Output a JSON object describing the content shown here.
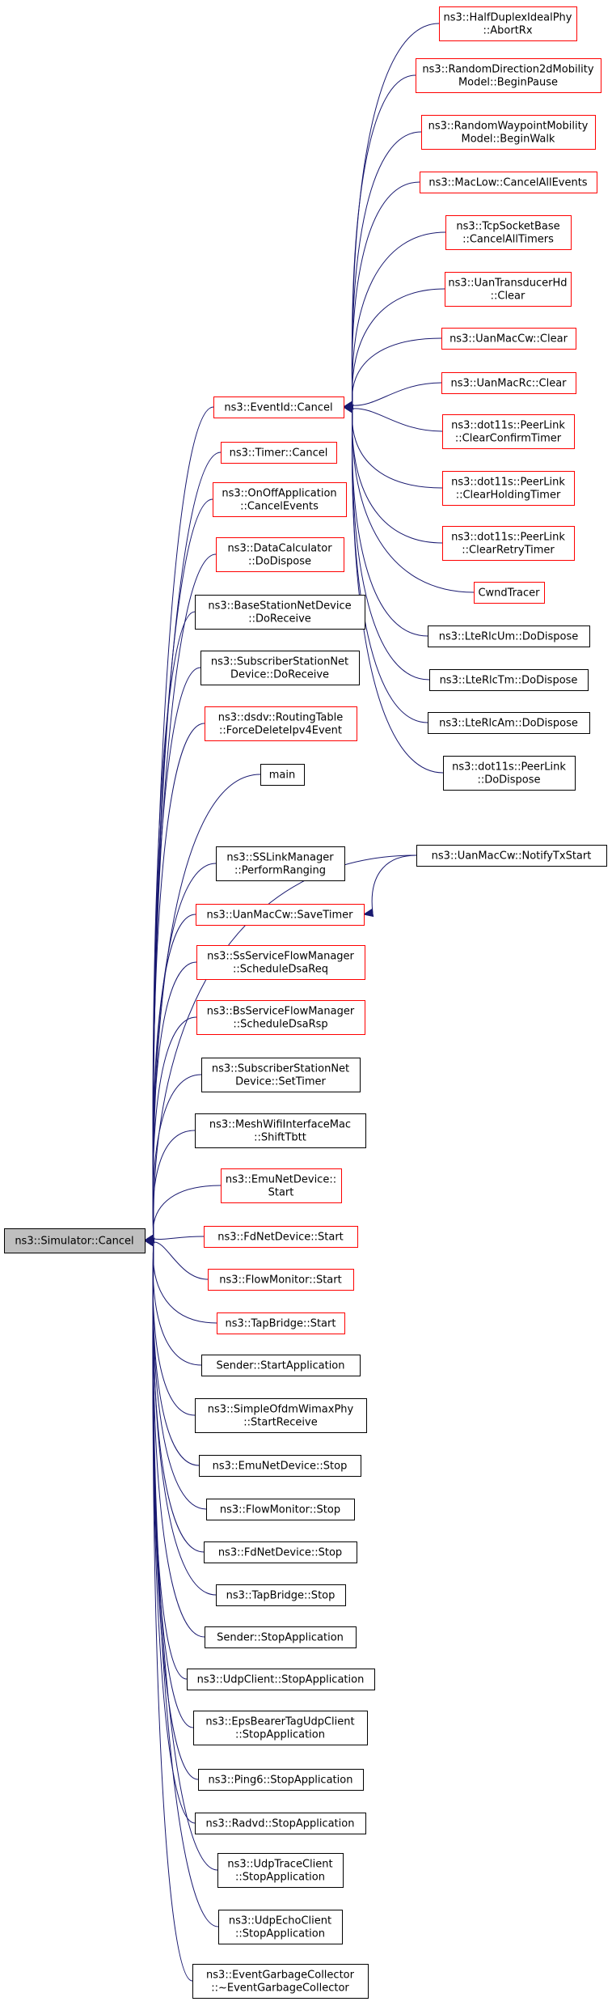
{
  "graph": {
    "root": {
      "id": "simulator-cancel",
      "lines": [
        "ns3::Simulator::Cancel"
      ]
    },
    "hub": {
      "id": "eventid-cancel",
      "lines": [
        "ns3::EventId::Cancel"
      ],
      "border": "red"
    },
    "nodes": [
      {
        "id": "halfduplex-abortrx",
        "lines": [
          "ns3::HalfDuplexIdealPhy",
          "::AbortRx"
        ],
        "border": "red",
        "parent": "eventid-cancel"
      },
      {
        "id": "randomdirection-beginpause",
        "lines": [
          "ns3::RandomDirection2dMobility",
          "Model::BeginPause"
        ],
        "border": "red",
        "parent": "eventid-cancel"
      },
      {
        "id": "randomwaypoint-beginwalk",
        "lines": [
          "ns3::RandomWaypointMobility",
          "Model::BeginWalk"
        ],
        "border": "red",
        "parent": "eventid-cancel"
      },
      {
        "id": "maclow-cancelallevents",
        "lines": [
          "ns3::MacLow::CancelAllEvents"
        ],
        "border": "red",
        "parent": "eventid-cancel"
      },
      {
        "id": "tcpsocketbase-cancelalltimers",
        "lines": [
          "ns3::TcpSocketBase",
          "::CancelAllTimers"
        ],
        "border": "red",
        "parent": "eventid-cancel"
      },
      {
        "id": "uantransducerhd-clear",
        "lines": [
          "ns3::UanTransducerHd",
          "::Clear"
        ],
        "border": "red",
        "parent": "eventid-cancel"
      },
      {
        "id": "uanmaccw-clear",
        "lines": [
          "ns3::UanMacCw::Clear"
        ],
        "border": "red",
        "parent": "eventid-cancel"
      },
      {
        "id": "uanmacrc-clear",
        "lines": [
          "ns3::UanMacRc::Clear"
        ],
        "border": "red",
        "parent": "eventid-cancel"
      },
      {
        "id": "peerlink-clearconfirmtimer",
        "lines": [
          "ns3::dot11s::PeerLink",
          "::ClearConfirmTimer"
        ],
        "border": "red",
        "parent": "eventid-cancel"
      },
      {
        "id": "peerlink-clearholdingtimer",
        "lines": [
          "ns3::dot11s::PeerLink",
          "::ClearHoldingTimer"
        ],
        "border": "red",
        "parent": "eventid-cancel"
      },
      {
        "id": "peerlink-clearretrytimer",
        "lines": [
          "ns3::dot11s::PeerLink",
          "::ClearRetryTimer"
        ],
        "border": "red",
        "parent": "eventid-cancel"
      },
      {
        "id": "cwndtracer",
        "lines": [
          "CwndTracer"
        ],
        "border": "red",
        "parent": "eventid-cancel"
      },
      {
        "id": "lterlcum-dodispose",
        "lines": [
          "ns3::LteRlcUm::DoDispose"
        ],
        "border": "black",
        "parent": "eventid-cancel"
      },
      {
        "id": "lterlctm-dodispose",
        "lines": [
          "ns3::LteRlcTm::DoDispose"
        ],
        "border": "black",
        "parent": "eventid-cancel"
      },
      {
        "id": "lterlcam-dodispose",
        "lines": [
          "ns3::LteRlcAm::DoDispose"
        ],
        "border": "black",
        "parent": "eventid-cancel"
      },
      {
        "id": "peerlink-dodispose",
        "lines": [
          "ns3::dot11s::PeerLink",
          "::DoDispose"
        ],
        "border": "black",
        "parent": "eventid-cancel"
      },
      {
        "id": "timer-cancel",
        "lines": [
          "ns3::Timer::Cancel"
        ],
        "border": "red",
        "parent": "simulator-cancel"
      },
      {
        "id": "onoffapplication-cancelevents",
        "lines": [
          "ns3::OnOffApplication",
          "::CancelEvents"
        ],
        "border": "red",
        "parent": "simulator-cancel"
      },
      {
        "id": "datacalculator-dodispose",
        "lines": [
          "ns3::DataCalculator",
          "::DoDispose"
        ],
        "border": "red",
        "parent": "simulator-cancel"
      },
      {
        "id": "basestationnetdevice-doreceive",
        "lines": [
          "ns3::BaseStationNetDevice",
          "::DoReceive"
        ],
        "border": "black",
        "parent": "simulator-cancel"
      },
      {
        "id": "subscriberstationnetdevice-doreceive",
        "lines": [
          "ns3::SubscriberStationNet",
          "Device::DoReceive"
        ],
        "border": "black",
        "parent": "simulator-cancel"
      },
      {
        "id": "dsdv-forcedeleteipv4event",
        "lines": [
          "ns3::dsdv::RoutingTable",
          "::ForceDeleteIpv4Event"
        ],
        "border": "red",
        "parent": "simulator-cancel"
      },
      {
        "id": "main",
        "lines": [
          "main"
        ],
        "border": "black",
        "parent": "simulator-cancel"
      },
      {
        "id": "uanmaccw-notifytxstart",
        "lines": [
          "ns3::UanMacCw::NotifyTxStart"
        ],
        "border": "black",
        "parent": "simulator-cancel"
      },
      {
        "id": "sslinkmanager-performranging",
        "lines": [
          "ns3::SSLinkManager",
          "::PerformRanging"
        ],
        "border": "black",
        "parent": "simulator-cancel"
      },
      {
        "id": "uanmaccw-savetimer",
        "lines": [
          "ns3::UanMacCw::SaveTimer"
        ],
        "border": "red",
        "parent": "simulator-cancel"
      },
      {
        "id": "ssserviceflowmanager-scheduledsareq",
        "lines": [
          "ns3::SsServiceFlowManager",
          "::ScheduleDsaReq"
        ],
        "border": "red",
        "parent": "simulator-cancel"
      },
      {
        "id": "bsserviceflowmanager-scheduledsarsp",
        "lines": [
          "ns3::BsServiceFlowManager",
          "::ScheduleDsaRsp"
        ],
        "border": "red",
        "parent": "simulator-cancel"
      },
      {
        "id": "subscriberstationnetdevice-settimer",
        "lines": [
          "ns3::SubscriberStationNet",
          "Device::SetTimer"
        ],
        "border": "black",
        "parent": "simulator-cancel"
      },
      {
        "id": "meshwifiinterfacemac-shifttbtt",
        "lines": [
          "ns3::MeshWifiInterfaceMac",
          "::ShiftTbtt"
        ],
        "border": "black",
        "parent": "simulator-cancel"
      },
      {
        "id": "emunetdevice-start",
        "lines": [
          "ns3::EmuNetDevice::",
          "Start"
        ],
        "border": "red",
        "parent": "simulator-cancel"
      },
      {
        "id": "fdnetdevice-start",
        "lines": [
          "ns3::FdNetDevice::Start"
        ],
        "border": "red",
        "parent": "simulator-cancel"
      },
      {
        "id": "flowmonitor-start",
        "lines": [
          "ns3::FlowMonitor::Start"
        ],
        "border": "red",
        "parent": "simulator-cancel"
      },
      {
        "id": "tapbridge-start",
        "lines": [
          "ns3::TapBridge::Start"
        ],
        "border": "red",
        "parent": "simulator-cancel"
      },
      {
        "id": "sender-startapplication",
        "lines": [
          "Sender::StartApplication"
        ],
        "border": "black",
        "parent": "simulator-cancel"
      },
      {
        "id": "simpleofdmwimaxphy-startreceive",
        "lines": [
          "ns3::SimpleOfdmWimaxPhy",
          "::StartReceive"
        ],
        "border": "black",
        "parent": "simulator-cancel"
      },
      {
        "id": "emunetdevice-stop",
        "lines": [
          "ns3::EmuNetDevice::Stop"
        ],
        "border": "black",
        "parent": "simulator-cancel"
      },
      {
        "id": "flowmonitor-stop",
        "lines": [
          "ns3::FlowMonitor::Stop"
        ],
        "border": "black",
        "parent": "simulator-cancel"
      },
      {
        "id": "fdnetdevice-stop",
        "lines": [
          "ns3::FdNetDevice::Stop"
        ],
        "border": "black",
        "parent": "simulator-cancel"
      },
      {
        "id": "tapbridge-stop",
        "lines": [
          "ns3::TapBridge::Stop"
        ],
        "border": "black",
        "parent": "simulator-cancel"
      },
      {
        "id": "sender-stopapplication",
        "lines": [
          "Sender::StopApplication"
        ],
        "border": "black",
        "parent": "simulator-cancel"
      },
      {
        "id": "udpclient-stopapplication",
        "lines": [
          "ns3::UdpClient::StopApplication"
        ],
        "border": "black",
        "parent": "simulator-cancel"
      },
      {
        "id": "epsbearertagudpclient-stopapplication",
        "lines": [
          "ns3::EpsBearerTagUdpClient",
          "::StopApplication"
        ],
        "border": "black",
        "parent": "simulator-cancel"
      },
      {
        "id": "ping6-stopapplication",
        "lines": [
          "ns3::Ping6::StopApplication"
        ],
        "border": "black",
        "parent": "simulator-cancel"
      },
      {
        "id": "radvd-stopapplication",
        "lines": [
          "ns3::Radvd::StopApplication"
        ],
        "border": "black",
        "parent": "simulator-cancel"
      },
      {
        "id": "udptraceclient-stopapplication",
        "lines": [
          "ns3::UdpTraceClient",
          "::StopApplication"
        ],
        "border": "black",
        "parent": "simulator-cancel"
      },
      {
        "id": "udpechoclient-stopapplication",
        "lines": [
          "ns3::UdpEchoClient",
          "::StopApplication"
        ],
        "border": "black",
        "parent": "simulator-cancel"
      },
      {
        "id": "eventgarbagecollector-destructor",
        "lines": [
          "ns3::EventGarbageCollector",
          "::~EventGarbageCollector"
        ],
        "border": "black",
        "parent": "simulator-cancel"
      }
    ],
    "extra_edges": [
      {
        "from": "uanmaccw-notifytxstart",
        "to": "uanmaccw-savetimer"
      }
    ]
  }
}
